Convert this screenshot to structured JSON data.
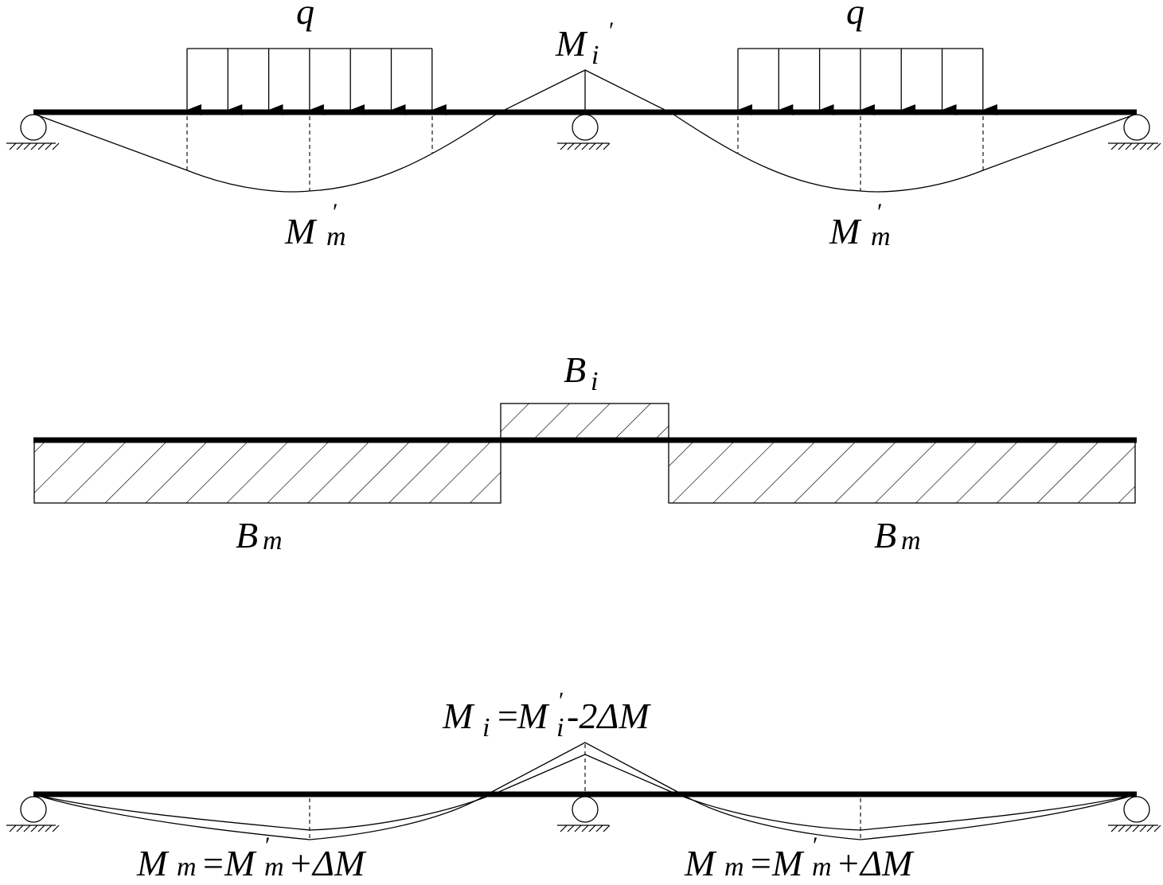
{
  "diagram": {
    "moment_panel": {
      "load_left": {
        "symbol": "q"
      },
      "load_right": {
        "symbol": "q"
      },
      "support_moment": {
        "main": "M",
        "sub": "i",
        "prime": "′"
      },
      "span_moment_left": {
        "main": "M",
        "sub": "m",
        "prime": "′"
      },
      "span_moment_right": {
        "main": "M",
        "sub": "m",
        "prime": "′"
      }
    },
    "stiffness_panel": {
      "support_stiffness": {
        "main": "B",
        "sub": "i"
      },
      "span_stiffness_left": {
        "main": "B",
        "sub": "m"
      },
      "span_stiffness_right": {
        "main": "B",
        "sub": "m"
      }
    },
    "redistribution_panel": {
      "support_eq": {
        "lhs_main": "M",
        "lhs_sub": "i",
        "eq": "=",
        "rhs_main": "M",
        "rhs_prime": "′",
        "rhs_sub": "i",
        "tail": "-2ΔM"
      },
      "span_eq_left": {
        "lhs_main": "M",
        "lhs_sub": "m",
        "eq": "=",
        "rhs_main": "M",
        "rhs_prime": "′",
        "rhs_sub": "m",
        "tail": "+ΔM"
      },
      "span_eq_right": {
        "lhs_main": "M",
        "lhs_sub": "m",
        "eq": "=",
        "rhs_main": "M",
        "rhs_prime": "′",
        "rhs_sub": "m",
        "tail": "+ΔM"
      }
    },
    "colors": {
      "ink": "#000000",
      "background": "#ffffff"
    }
  }
}
